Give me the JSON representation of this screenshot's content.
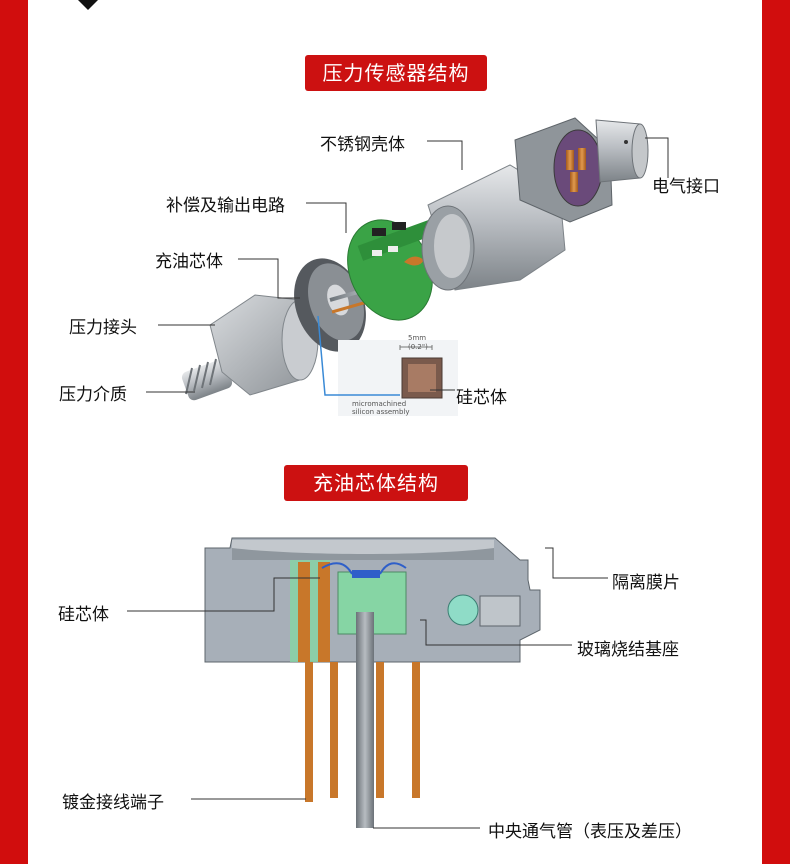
{
  "section1": {
    "title": "压力传感器结构",
    "labels": {
      "steel_shell": "不锈钢壳体",
      "electrical_interface": "电气接口",
      "compensation_circuit": "补偿及输出电路",
      "oil_filled_core": "充油芯体",
      "pressure_connector": "压力接头",
      "pressure_medium": "压力介质",
      "silicon_die": "硅芯体"
    },
    "inset": {
      "scale_line1": "5mm",
      "scale_line2": "(0.2\")",
      "caption_line1": "micromachined",
      "caption_line2": "silicon assembly"
    }
  },
  "section2": {
    "title": "充油芯体结构",
    "labels": {
      "isolation_diaphragm": "隔离膜片",
      "silicon_die": "硅芯体",
      "glass_sintered_base": "玻璃烧结基座",
      "gold_plated_pins": "镀金接线端子",
      "center_vent_tube": "中央通气管（表压及差压）"
    }
  },
  "colors": {
    "frame_red": "#d10d0d",
    "title_red": "#cc1111",
    "pcb_green": "#3aa346",
    "pin_copper": "#c8772a"
  }
}
